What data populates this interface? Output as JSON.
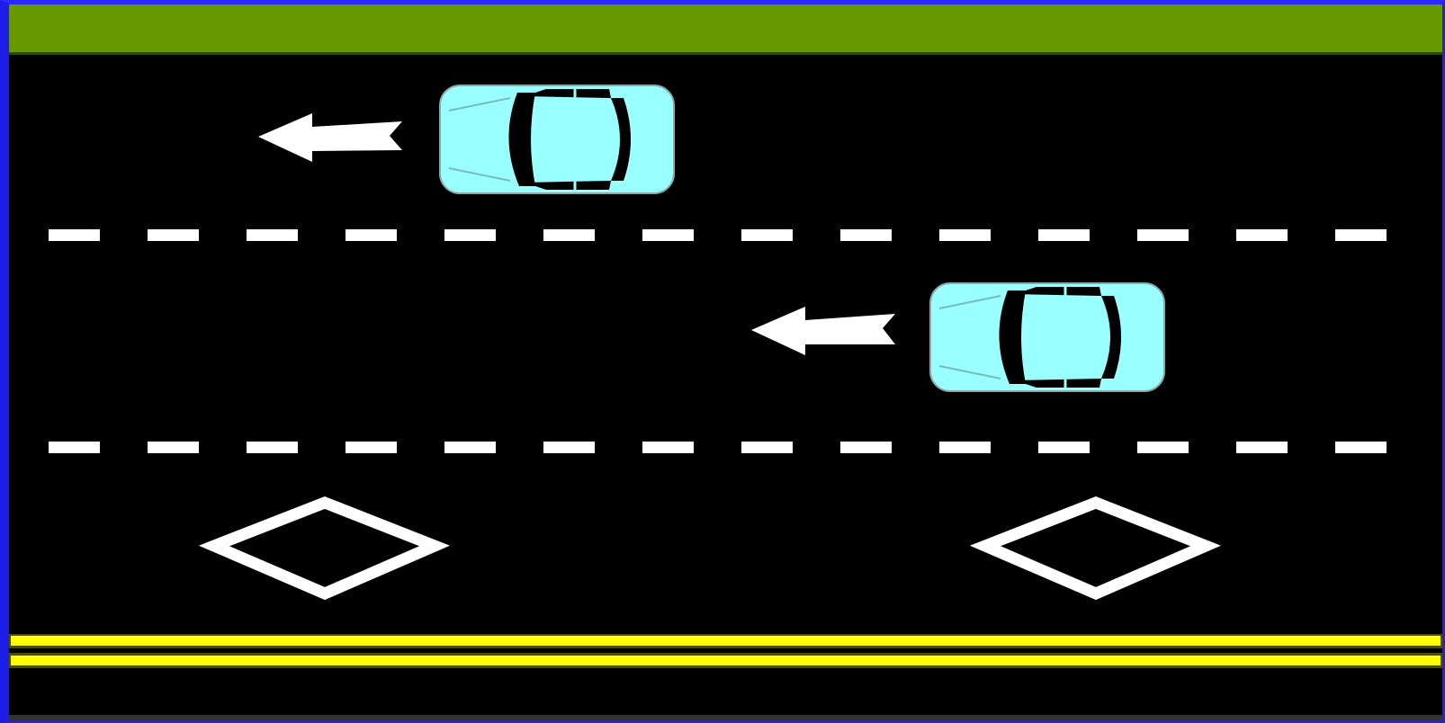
{
  "scene": {
    "title": "",
    "colors": {
      "grass": "#669900",
      "road": "#000000",
      "lane_marking": "#ffffff",
      "center_line": "#ffff00",
      "car_body": "#99ffff",
      "frame": "#0000ff"
    },
    "lanes": [
      {
        "id": "lane-1",
        "vehicles": 1,
        "direction": "left"
      },
      {
        "id": "lane-2",
        "vehicles": 1,
        "direction": "left"
      },
      {
        "id": "lane-3",
        "marking": "diamond",
        "type": "HOV"
      }
    ],
    "vehicles": [
      {
        "name": "car-1",
        "lane": "lane-1",
        "icon": "car-top-view-icon",
        "arrow": "arrow-left-icon"
      },
      {
        "name": "car-2",
        "lane": "lane-2",
        "icon": "car-top-view-icon",
        "arrow": "arrow-left-icon"
      }
    ],
    "diamond_markings": 2,
    "center_line": "double-solid-yellow"
  }
}
